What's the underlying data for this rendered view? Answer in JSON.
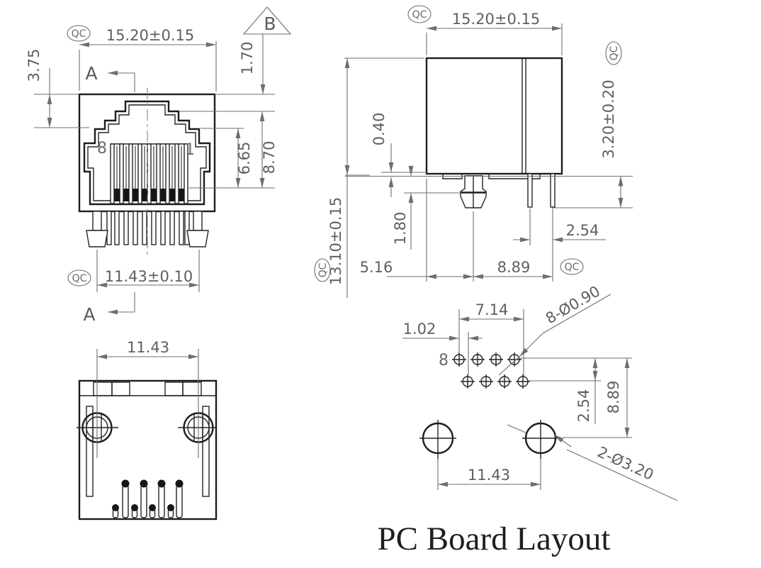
{
  "qc_stamp": "QC",
  "front_view": {
    "dim_width": "15.20±0.15",
    "dim_top_step": "3.75",
    "dim_panel_step": "1.70",
    "dim_opening_height": "6.65",
    "dim_cavity_height": "8.70",
    "dim_peg_span": "11.43±0.10",
    "pin_last": "8",
    "pin_first": "1",
    "section_label": "A",
    "detail_label": "B"
  },
  "side_view": {
    "dim_depth": "15.20±0.15",
    "dim_height": "13.10±0.15",
    "dim_standoff": "0.40",
    "dim_peg_shoulder": "1.80",
    "dim_peg_offset": "5.16",
    "dim_pin_offset": "8.89",
    "dim_pin_pitch": "2.54",
    "dim_pin_length": "3.20±0.20"
  },
  "bottom_view": {
    "dim_peg_span": "11.43"
  },
  "pcb_layout": {
    "title": "PC Board Layout",
    "pin_label": "8",
    "dim_pin_row_span": "7.14",
    "dim_pin_stagger": "1.02",
    "pin_hole_callout": "8-Ø0.90",
    "dim_row_pitch": "2.54",
    "dim_peg_row_offset": "8.89",
    "dim_peg_span": "11.43",
    "peg_hole_callout": "2-Ø3.20"
  }
}
